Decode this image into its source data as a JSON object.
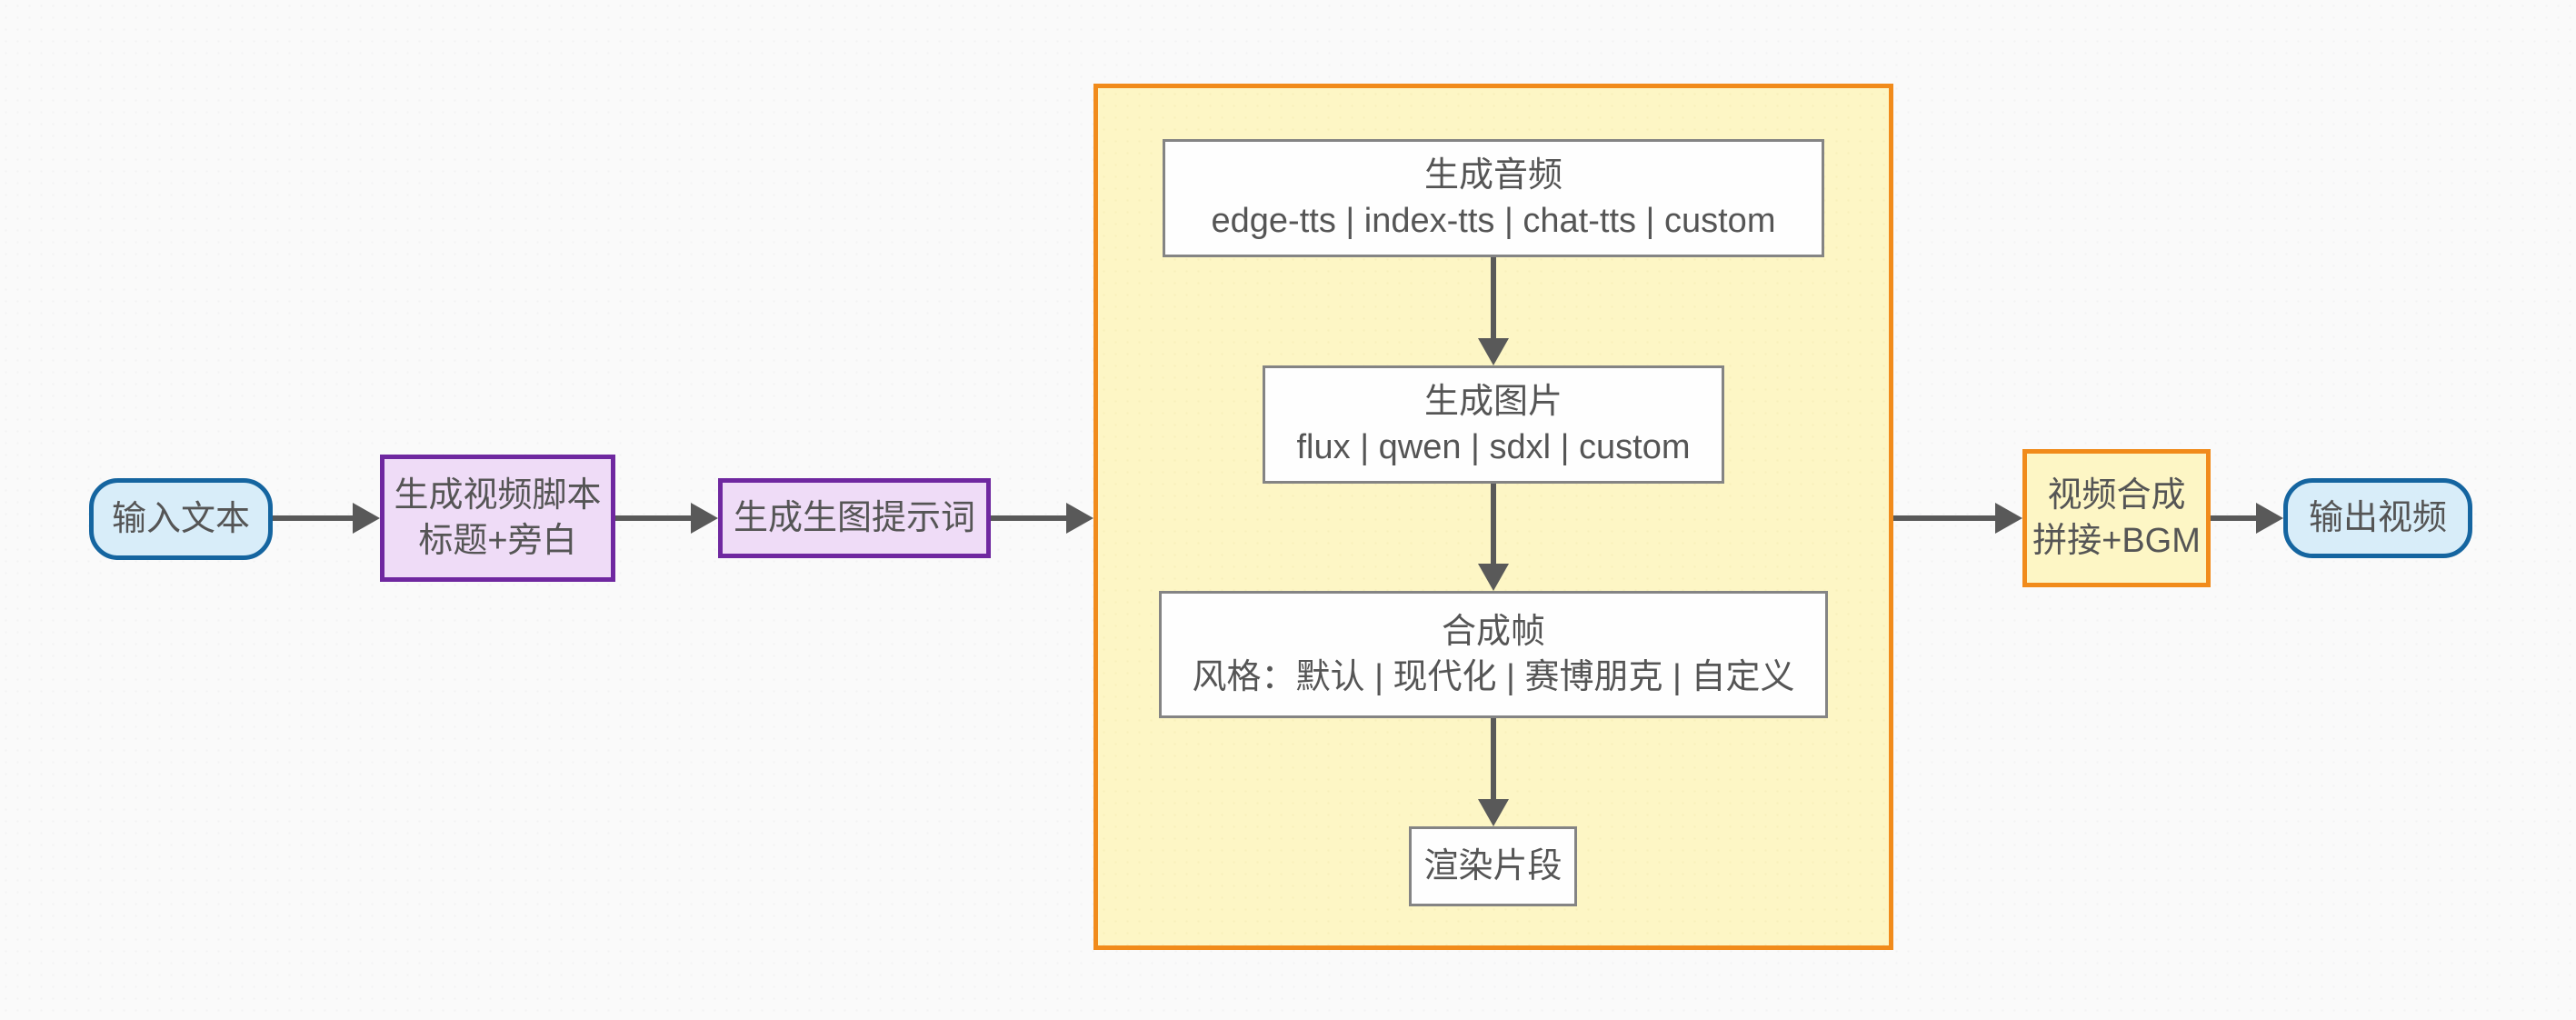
{
  "flow": {
    "input": {
      "label": "输入文本"
    },
    "script": {
      "line1": "生成视频脚本",
      "line2": "标题+旁白"
    },
    "prompt": {
      "label": "生成生图提示词"
    },
    "stage": {
      "audio": {
        "line1": "生成音频",
        "line2": "edge-tts | index-tts | chat-tts | custom"
      },
      "image": {
        "line1": "生成图片",
        "line2": "flux | qwen | sdxl | custom"
      },
      "frame": {
        "line1": "合成帧",
        "line2": "风格：默认 | 现代化 | 赛博朋克 | 自定义"
      },
      "render": {
        "label": "渲染片段"
      }
    },
    "compose": {
      "line1": "视频合成",
      "line2": "拼接+BGM"
    },
    "output": {
      "label": "输出视频"
    }
  },
  "colors": {
    "arrow": "#595959",
    "text": "#555555",
    "terminal_border": "#1565a0",
    "terminal_fill": "#d8edf9",
    "process_border": "#6f28a0",
    "process_fill": "#efdcf7",
    "group_border": "#f18b1b",
    "group_fill": "#fdf6c5",
    "step_border": "#848484",
    "step_fill": "#fefefe",
    "bg": "#fafafa"
  }
}
